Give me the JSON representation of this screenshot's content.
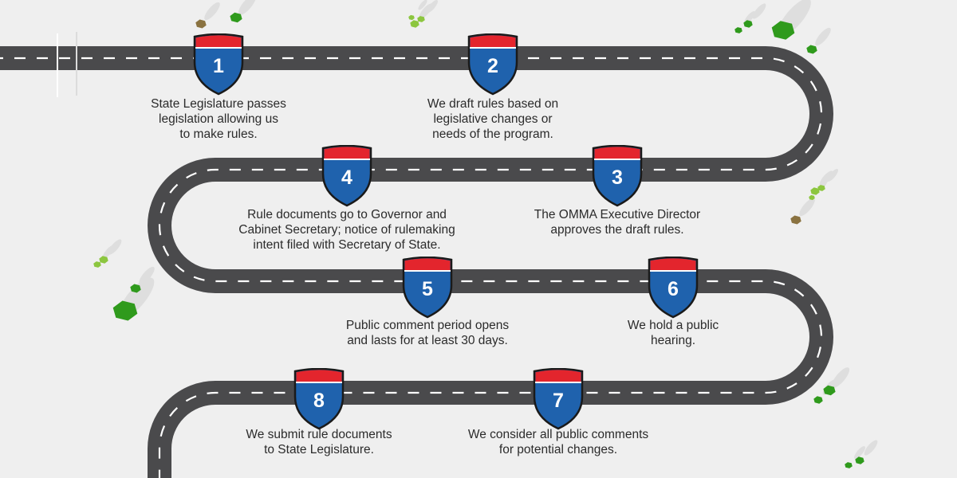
{
  "colors": {
    "background": "#efefef",
    "road": "#4a4a4c",
    "road_marking": "#ffffff",
    "shield_red": "#e3252d",
    "shield_blue": "#1f62ad",
    "shield_outline": "#1a1a1a",
    "text": "#2b2b2b",
    "tree_green": "#2f9a1c",
    "bush_light_green": "#8cc63f",
    "rock": "#8a7240"
  },
  "steps": [
    {
      "number": "1",
      "text": "State Legislature passes\nlegislation allowing us\nto make rules."
    },
    {
      "number": "2",
      "text": "We draft rules based on\nlegislative changes or\nneeds of the program."
    },
    {
      "number": "3",
      "text": "The OMMA Executive Director\napproves the draft rules."
    },
    {
      "number": "4",
      "text": "Rule documents go to Governor and\nCabinet Secretary; notice of rulemaking\nintent filed with Secretary of State."
    },
    {
      "number": "5",
      "text": "Public comment period opens\nand lasts for at least 30 days."
    },
    {
      "number": "6",
      "text": "We hold a public\nhearing."
    },
    {
      "number": "7",
      "text": "We consider all public comments\nfor potential changes."
    },
    {
      "number": "8",
      "text": "We submit rule documents\nto State Legislature."
    }
  ]
}
